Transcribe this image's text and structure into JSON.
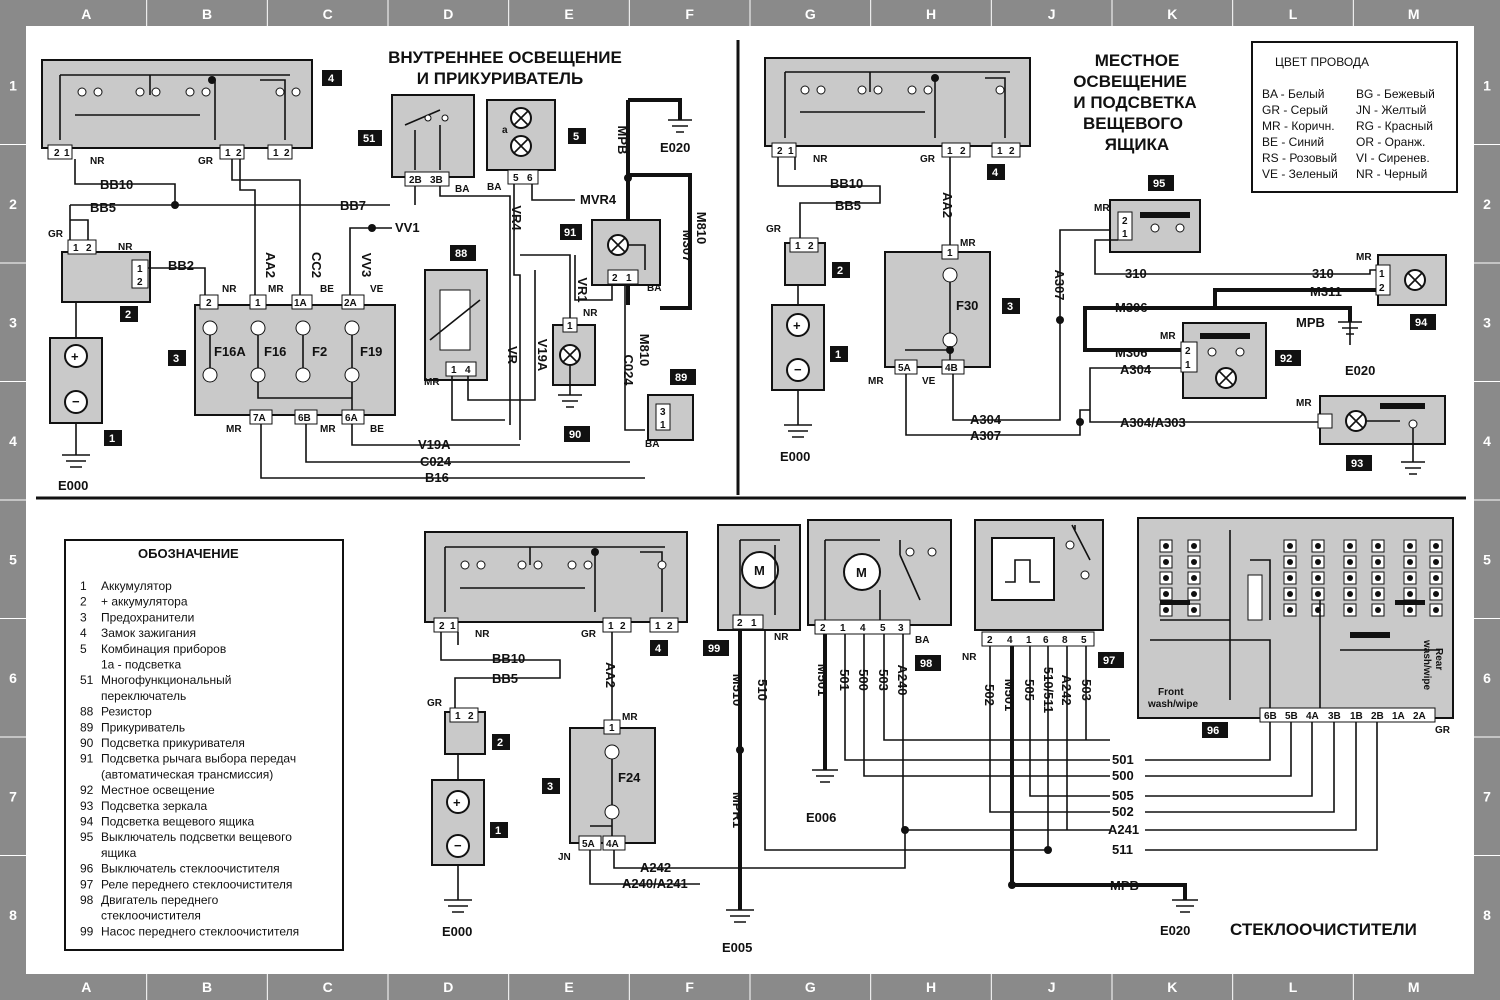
{
  "border": {
    "cols": [
      "A",
      "B",
      "C",
      "D",
      "E",
      "F",
      "G",
      "H",
      "J",
      "K",
      "L",
      "M"
    ],
    "rows": [
      "1",
      "2",
      "3",
      "4",
      "5",
      "6",
      "7",
      "8"
    ]
  },
  "titles": {
    "interior": "ВНУТРЕННЕЕ ОСВЕЩЕНИЕ И ПРИКУРИВАТЕЛЬ",
    "interior_l1": "ВНУТРЕННЕЕ ОСВЕЩЕНИЕ",
    "interior_l2": "И ПРИКУРИВАТЕЛЬ",
    "local_l1": "МЕСТНОЕ",
    "local_l2": "ОСВЕЩЕНИЕ",
    "local_l3": "И ПОДСВЕТКА",
    "local_l4": "ВЕЩЕВОГО",
    "local_l5": "ЯЩИКА",
    "wipers": "СТЕКЛООЧИСТИТЕЛИ"
  },
  "wire_colors": {
    "title": "ЦВЕТ ПРОВОДА",
    "rows": [
      [
        "BA - Белый",
        "BG - Бежевый"
      ],
      [
        "GR - Серый",
        "JN - Желтый"
      ],
      [
        "MR - Коричн.",
        "RG - Красный"
      ],
      [
        "BE - Синий",
        "OR - Оранж."
      ],
      [
        "RS - Розовый",
        "VI - Сиренев."
      ],
      [
        "VE - Зеленый",
        "NR - Черный"
      ]
    ]
  },
  "legend": {
    "title": "ОБОЗНАЧЕНИЕ",
    "items": [
      [
        "1",
        "Аккумулятор"
      ],
      [
        "2",
        "+ аккумулятора"
      ],
      [
        "3",
        "Предохранители"
      ],
      [
        "4",
        "Замок зажигания"
      ],
      [
        "5",
        "Комбинация приборов"
      ],
      [
        "",
        "1а - подсветка"
      ],
      [
        "51",
        "Многофункциональный"
      ],
      [
        "",
        "переключатель"
      ],
      [
        "88",
        "Резистор"
      ],
      [
        "89",
        "Прикуриватель"
      ],
      [
        "90",
        "Подсветка прикуривателя"
      ],
      [
        "91",
        "Подсветка рычага выбора передач"
      ],
      [
        "",
        "(автоматическая трансмиссия)"
      ],
      [
        "92",
        "Местное освещение"
      ],
      [
        "93",
        "Подсветка зеркала"
      ],
      [
        "94",
        "Подсветка вещевого ящика"
      ],
      [
        "95",
        "Выключатель подсветки вещевого"
      ],
      [
        "",
        "ящика"
      ],
      [
        "96",
        "Выключатель стеклоочистителя"
      ],
      [
        "97",
        "Реле переднего стеклоочистителя"
      ],
      [
        "98",
        "Двигатель переднего"
      ],
      [
        "",
        "стеклоочистителя"
      ],
      [
        "99",
        "Насос переднего стеклоочистителя"
      ]
    ]
  },
  "components": {
    "c1": "1",
    "c2": "2",
    "c3": "3",
    "c4": "4",
    "c5": "5",
    "c51": "51",
    "c88": "88",
    "c89": "89",
    "c90": "90",
    "c91": "91",
    "c92": "92",
    "c93": "93",
    "c94": "94",
    "c95": "95",
    "c96": "96",
    "c97": "97",
    "c98": "98",
    "c99": "99"
  },
  "fuses": {
    "f16a": "F16A",
    "f16": "F16",
    "f2": "F2",
    "f19": "F19",
    "f30": "F30",
    "f24": "F24"
  },
  "grounds": {
    "e000": "E000",
    "e020": "E020",
    "e005": "E005",
    "e006": "E006"
  },
  "wires": {
    "bb10": "BB10",
    "bb5": "BB5",
    "bb7": "BB7",
    "bb2": "BB2",
    "vv1": "VV1",
    "aa2": "AA2",
    "cc2": "CC2",
    "vv3": "VV3",
    "vr4": "VR4",
    "vr1": "VR1",
    "vr": "VR",
    "v19a": "V19A",
    "c024": "C024",
    "b16": "B16",
    "mpb": "MPB",
    "mvr4": "MVR4",
    "m810": "M810",
    "m307": "M307",
    "a307": "A307",
    "a304": "A304",
    "a304a303": "A304/A303",
    "w310": "310",
    "m306": "M306",
    "m311": "M311",
    "m510": "M510",
    "w510": "510",
    "mpr1": "MPR1",
    "a242": "A242",
    "a240a241": "A240/A241",
    "m501": "M501",
    "w501": "501",
    "w500": "500",
    "w503": "503",
    "a240": "A240",
    "w502": "502",
    "w505": "505",
    "w510_511": "510/511",
    "w511": "511",
    "w505r": "505",
    "w502r": "502",
    "a241": "A241"
  },
  "colors_short": {
    "nr": "NR",
    "gr": "GR",
    "mr": "MR",
    "be": "BE",
    "ve": "VE",
    "ba": "BA",
    "jn": "JN"
  },
  "pins": {
    "p2": "2",
    "p1": "1",
    "p3": "3",
    "p4": "4",
    "p5": "5",
    "p6": "6",
    "p8": "8",
    "p1a": "1A",
    "p2a": "2A",
    "p2b": "2B",
    "p3b": "3B",
    "p4a": "4A",
    "p4b": "4B",
    "p5a": "5A",
    "p5b": "5B",
    "p6a": "6A",
    "p6b": "6B",
    "p7a": "7A",
    "p1b": "1B",
    "a": "a"
  },
  "misc": {
    "front": "Front",
    "wash": "wash/wipe",
    "rear": "Rear",
    "rearwash": "wash/wipe",
    "m": "M"
  }
}
